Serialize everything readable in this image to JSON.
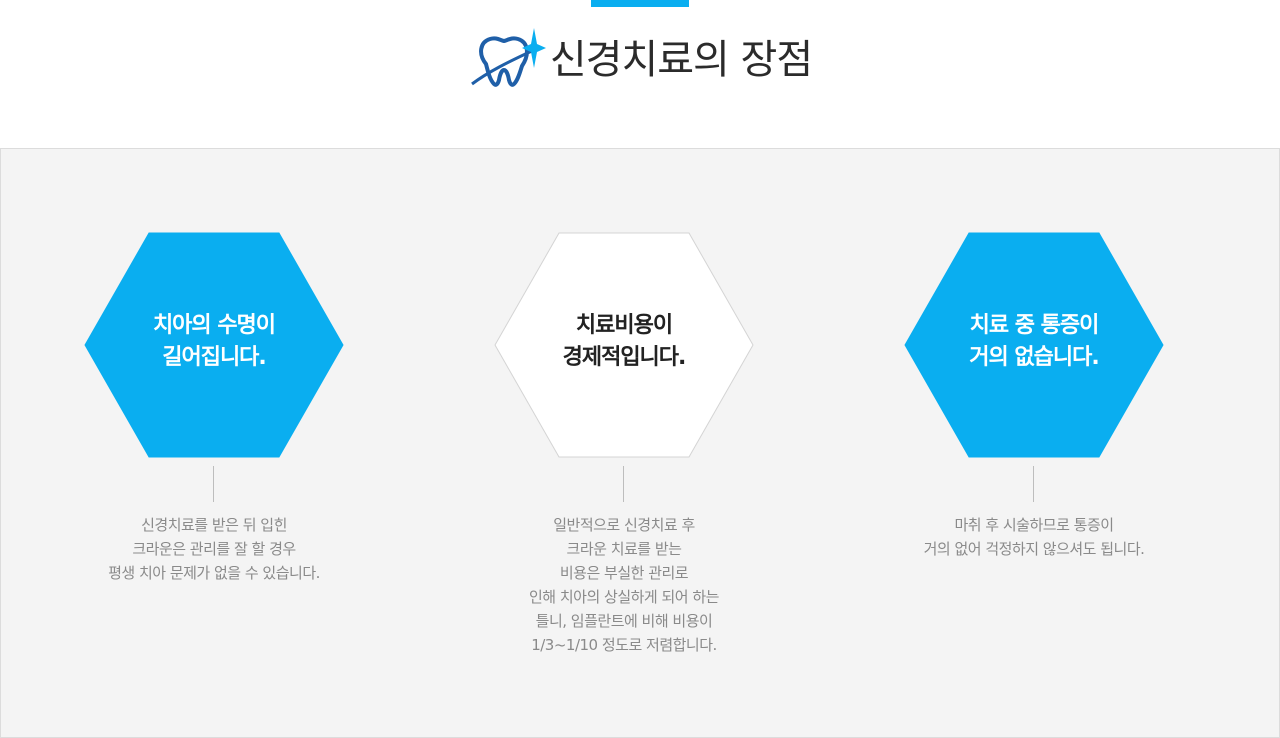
{
  "header": {
    "title": "신경치료의 장점",
    "logo_icon": "tooth-sparkle-icon",
    "accent_color": "#0aaef0"
  },
  "cards": [
    {
      "hex_color": "#0aaef0",
      "title_lines": [
        "치아의 수명이",
        "길어집니다."
      ],
      "desc_lines": [
        "신경치료를 받은 뒤 입힌",
        "크라운은 관리를 잘 할 경우",
        "평생 치아 문제가 없을 수 있습니다."
      ]
    },
    {
      "hex_color": "#ffffff",
      "title_lines": [
        "치료비용이",
        "경제적입니다."
      ],
      "desc_lines": [
        "일반적으로 신경치료 후",
        "크라운 치료를 받는",
        "비용은 부실한 관리로",
        "인해 치아의 상실하게 되어 하는",
        "틀니, 임플란트에 비해 비용이",
        "1/3~1/10 정도로 저렴합니다."
      ]
    },
    {
      "hex_color": "#0aaef0",
      "title_lines": [
        "치료 중 통증이",
        "거의 없습니다."
      ],
      "desc_lines": [
        "마취 후 시술하므로 통증이",
        "거의 없어 걱정하지 않으셔도 됩니다."
      ]
    }
  ]
}
